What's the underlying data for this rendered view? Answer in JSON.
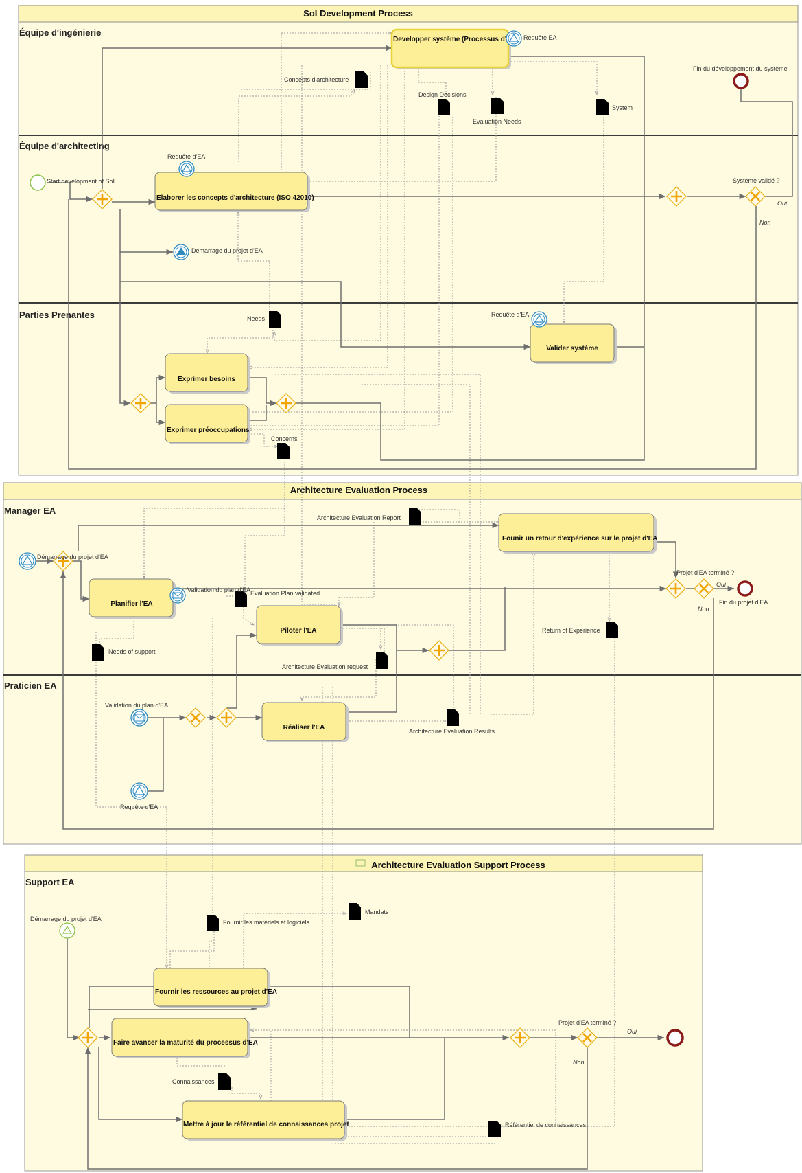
{
  "pools": [
    {
      "title": "SoI Development Process",
      "lanes": [
        "Équipe d'ingénierie",
        "Équipe d'architecting",
        "Parties Prenantes"
      ]
    },
    {
      "title": "Architecture Evaluation Process",
      "lanes": [
        "Manager EA",
        "Praticien EA"
      ]
    },
    {
      "title": "Architecture Evaluation Support Process",
      "lanes": [
        "Support EA"
      ]
    }
  ],
  "tasks": {
    "developper": "Developper système (Processus d'I",
    "elaborer": "Elaborer les concepts d'architecture (ISO 42010)",
    "valider": "Valider système",
    "exprimer_besoins": "Exprimer besoins",
    "exprimer_preoccupations": "Exprimer préoccupations",
    "retour": "Founir un retour d'expérience sur le projet d'EA",
    "planifier": "Planifier l'EA",
    "piloter": "Piloter l'EA",
    "realiser": "Réaliser l'EA",
    "fournir_ressources": "Fournir les ressources au projet d'EA",
    "faire_avancer": "Faire avancer la maturité du processus d'EA",
    "mettre_a_jour": "Mettre à jour le référentiel de connaissances projet"
  },
  "events": {
    "requete_ea_dev": "Requête EA",
    "fin_dev": "Fin du développement du système",
    "requete_ea_arch": "Requête d'EA",
    "start_dev": "Start development of SoI",
    "demarrage_arch": "Démarrage du projet d'EA",
    "requete_ea_valider": "Requête d'EA",
    "demarrage_mgr": "Démarrage du projet d'EA",
    "validation_plan_mgr": "Validation du plan d'EA",
    "fin_projet_ea": "Fin du projet d'EA",
    "validation_plan_prat": "Validation du plan d'EA",
    "requete_ea_prat": "Requête d'EA",
    "demarrage_support": "Démarrage du projet d'EA"
  },
  "data_objects": {
    "concepts": "Concepts d'architecture",
    "design": "Design Decisions",
    "evaluation_needs": "Evaluation Needs",
    "system": "System",
    "needs": "Needs",
    "concerns": "Concerns",
    "ae_report": "Architecture Evaluation Report",
    "plan_validated": "Evaluation Plan validated",
    "return_exp": "Return of Experience",
    "needs_support": "Needs of support",
    "ae_request": "Architecture Evaluation request",
    "ae_results": "Architecture Evaluation Results",
    "mandats": "Mandats",
    "materiels": "Fournir les matériels et logiciels",
    "connaissances": "Connaissances",
    "referentiel": "Référentiel de connaissances"
  },
  "gateway_labels": {
    "systeme_valide": "Système validé ?",
    "oui_1": "Oui",
    "non_1": "Non",
    "projet_termine_1": "Projet d'EA terminé ?",
    "oui_2": "Oui",
    "non_2": "Non",
    "projet_termine_2": "Projet d'EA terminé ?",
    "oui_3": "Oui",
    "non_3": "Non"
  }
}
